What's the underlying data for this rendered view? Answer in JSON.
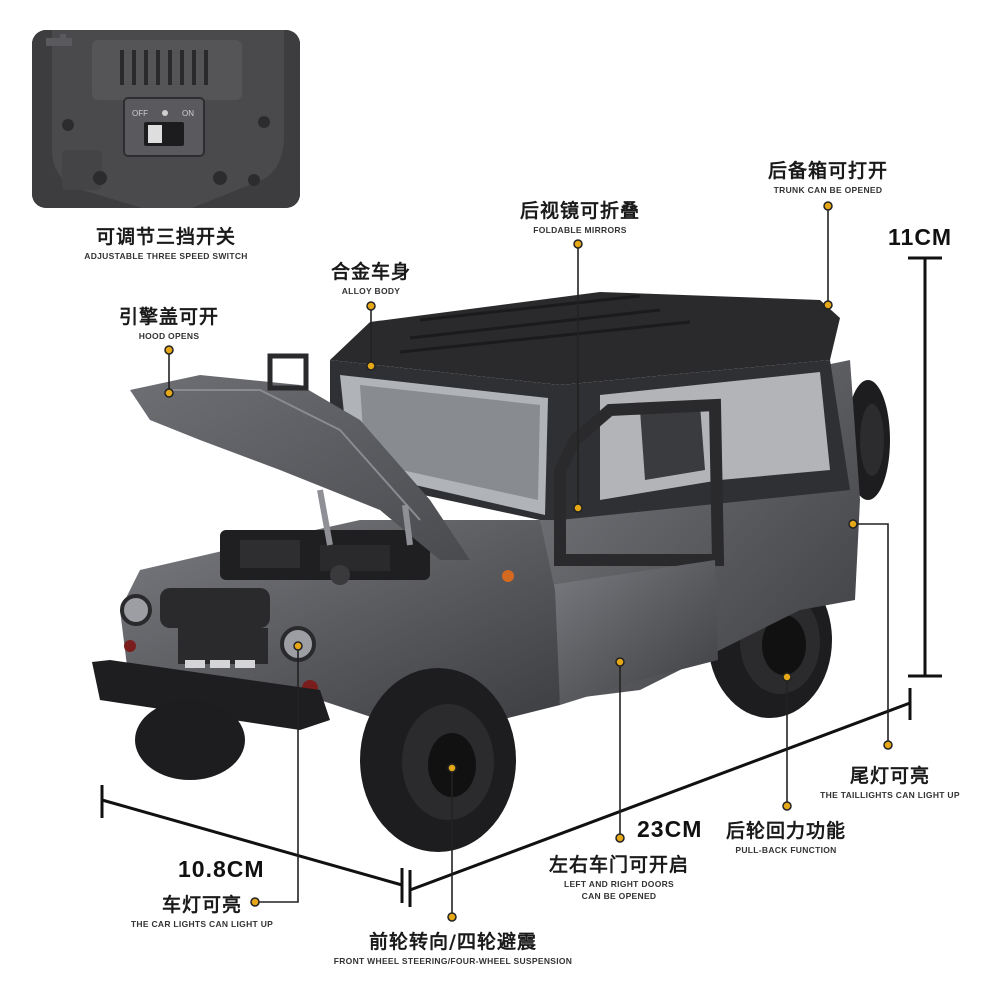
{
  "features": {
    "switch": {
      "cn": "可调节三挡开关",
      "en": "ADJUSTABLE THREE SPEED SWITCH"
    },
    "trunk": {
      "cn": "后备箱可打开",
      "en": "TRUNK CAN BE OPENED"
    },
    "mirrors": {
      "cn": "后视镜可折叠",
      "en": "FOLDABLE MIRRORS"
    },
    "body": {
      "cn": "合金车身",
      "en": "ALLOY BODY"
    },
    "hood": {
      "cn": "引擎盖可开",
      "en": "HOOD OPENS"
    },
    "taillights": {
      "cn": "尾灯可亮",
      "en": "THE TAILLIGHTS CAN LIGHT UP"
    },
    "pullback": {
      "cn": "后轮回力功能",
      "en": "PULL-BACK FUNCTION"
    },
    "doors": {
      "cn": "左右车门可开启",
      "en1": "LEFT AND RIGHT DOORS",
      "en2": "CAN BE OPENED"
    },
    "lights": {
      "cn": "车灯可亮",
      "en": "THE CAR LIGHTS CAN LIGHT UP"
    },
    "steering": {
      "cn": "前轮转向/四轮避震",
      "en": "FRONT WHEEL STEERING/FOUR-WHEEL SUSPENSION"
    }
  },
  "dimensions": {
    "height": "11CM",
    "length": "23CM",
    "width": "10.8CM"
  },
  "switch_inset": {
    "off": "OFF",
    "on": "ON"
  },
  "colors": {
    "accent": "#e6a817",
    "body": "#5b5c60",
    "roof": "#2a2a2c",
    "line": "#111111"
  }
}
